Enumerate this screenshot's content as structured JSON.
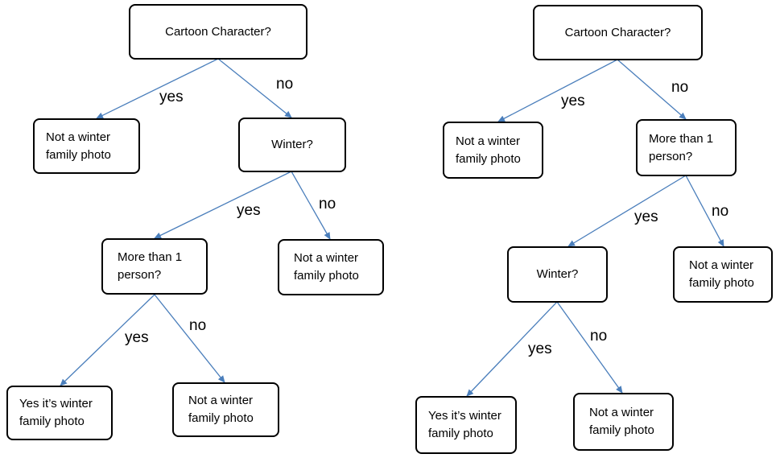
{
  "colors": {
    "edge": "#4a7ebb",
    "border": "#000000",
    "text": "#000000"
  },
  "left_tree": {
    "root": "Cartoon Character?",
    "n_not1": "Not a winter\nfamily photo",
    "n_q2": "Winter?",
    "n_q3": "More than 1\nperson?",
    "n_not2": "Not a winter\nfamily photo",
    "n_yes": "Yes it’s winter\nfamily photo",
    "n_not3": "Not a winter\nfamily photo",
    "edges": {
      "e1": "yes",
      "e2": "no",
      "e3": "yes",
      "e4": "no",
      "e5": "yes",
      "e6": "no"
    }
  },
  "right_tree": {
    "root": "Cartoon Character?",
    "n_not1": "Not a winter\nfamily photo",
    "n_q2": "More than 1\nperson?",
    "n_q3": "Winter?",
    "n_not2": "Not a winter\nfamily photo",
    "n_yes": "Yes it’s winter\nfamily photo",
    "n_not3": "Not a winter\nfamily photo",
    "edges": {
      "e1": "yes",
      "e2": "no",
      "e3": "yes",
      "e4": "no",
      "e5": "yes",
      "e6": "no"
    }
  }
}
